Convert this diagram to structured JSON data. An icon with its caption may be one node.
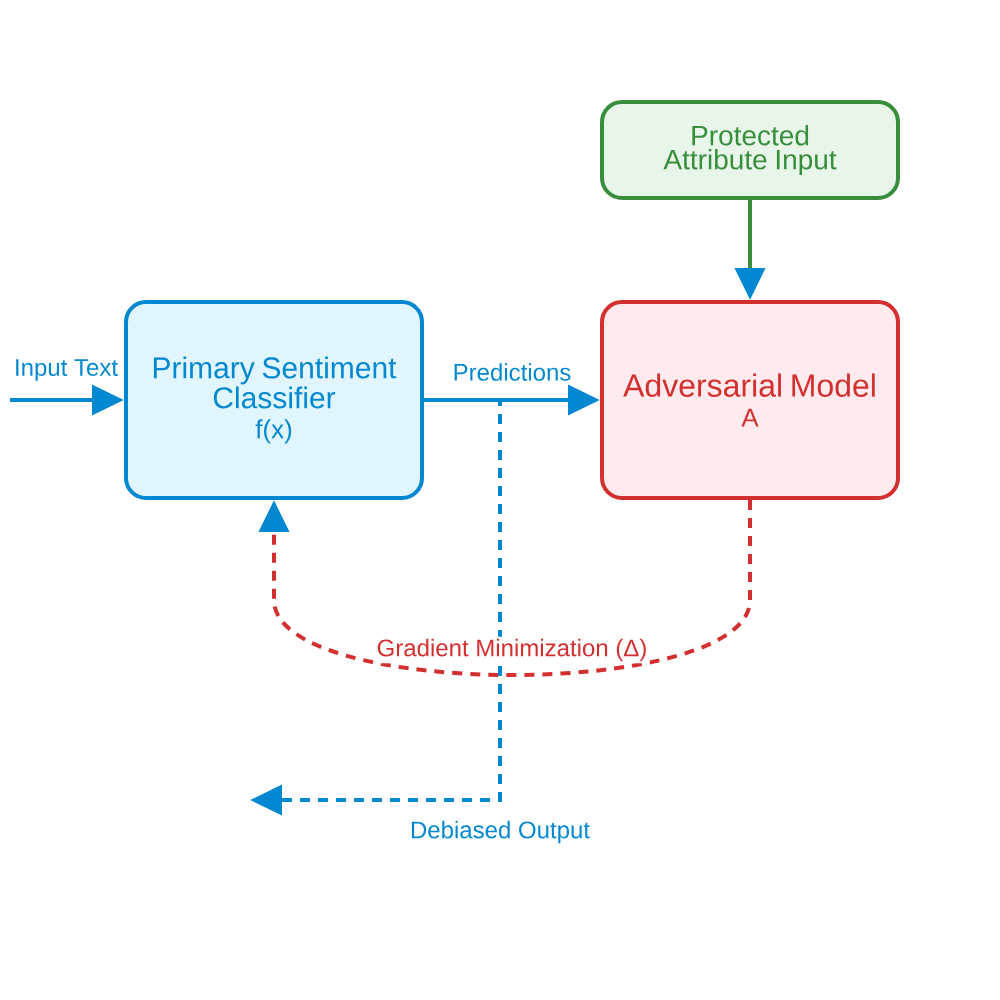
{
  "diagram": {
    "nodes": [
      {
        "text": [
          "Primary Sentiment Classifier",
          "f(x)"
        ]
      },
      {
        "text": [
          "Protected Attribute Input"
        ]
      },
      {
        "text": [
          "Adversarial Model",
          "A"
        ]
      }
    ],
    "edges": [
      {
        "from": null,
        "to": 0,
        "arrow": "to",
        "label": "Input Text"
      },
      {
        "from": 0,
        "to": 2,
        "arrow": "to",
        "label": "Predictions"
      },
      {
        "from": 1,
        "to": 2,
        "arrow": "to",
        "color": "#388e3c"
      },
      {
        "from": 2,
        "to": 0,
        "arrow": "to",
        "style": "dashed",
        "color": "#d32f2f",
        "label": "Gradient Minimization (Δ)"
      },
      {
        "from": 0,
        "to": null,
        "arrow": "to",
        "style": "dashed",
        "label": "Debiased Output"
      }
    ]
  }
}
